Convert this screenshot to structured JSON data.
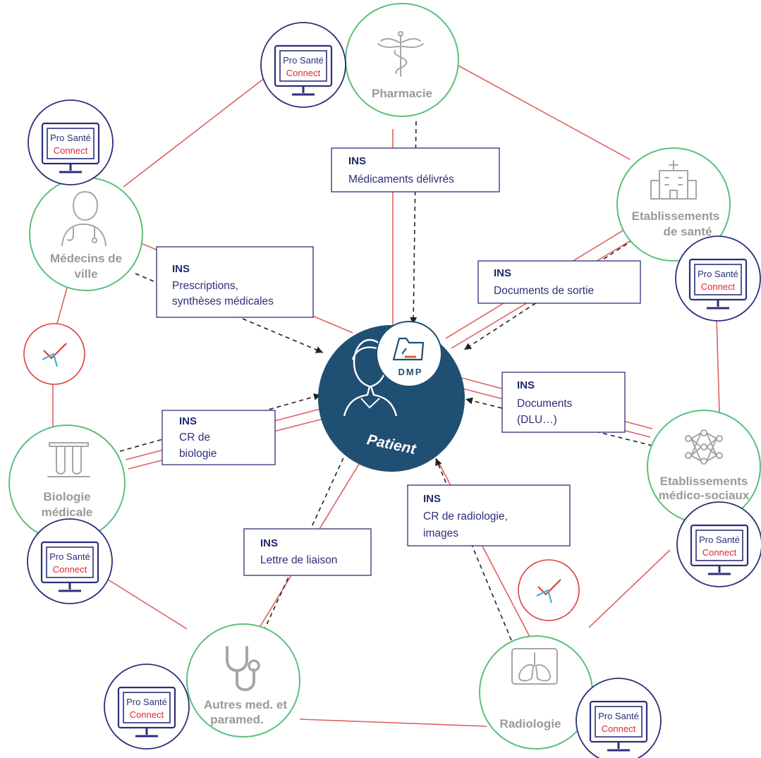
{
  "center": {
    "label": "Patient",
    "dmp_label": "DMP"
  },
  "nodes": {
    "pharmacie": {
      "lines": [
        "Pharmacie"
      ]
    },
    "etablissements_sante": {
      "lines": [
        "Etablissements",
        "de santé"
      ]
    },
    "etablissements_medico_sociaux": {
      "lines": [
        "Etablissements",
        "médico-sociaux"
      ]
    },
    "radiologie": {
      "lines": [
        "Radiologie"
      ]
    },
    "autres_med": {
      "lines": [
        "Autres med. et",
        "paramed."
      ]
    },
    "biologie": {
      "lines": [
        "Biologie",
        "médicale"
      ]
    },
    "medecins": {
      "lines": [
        "Médecins de",
        "ville"
      ]
    }
  },
  "psc": {
    "line1": "Pro Santé",
    "line2": "Connect"
  },
  "boxes": {
    "pharmacie": {
      "title": "INS",
      "lines": [
        "Médicaments délivrés"
      ]
    },
    "sortie": {
      "title": "INS",
      "lines": [
        "Documents de sortie"
      ]
    },
    "medecins": {
      "title": "INS",
      "lines": [
        "Prescriptions,",
        "synthèses médicales"
      ]
    },
    "dlu": {
      "title": "INS",
      "lines": [
        "Documents",
        "(DLU…)"
      ]
    },
    "biologie": {
      "title": "INS",
      "lines": [
        "CR de",
        "biologie"
      ]
    },
    "radiologie": {
      "title": "INS",
      "lines": [
        "CR de radiologie,",
        "images"
      ]
    },
    "liaison": {
      "title": "INS",
      "lines": [
        "Lettre de liaison"
      ]
    }
  },
  "colors": {
    "patient_fill": "#1f4f73",
    "node_border": "#5cbf7a",
    "ring_line": "#e06060",
    "psc_navy": "#2c2f7a",
    "psc_red": "#e3262f",
    "label_gray": "#9a9a9a"
  },
  "icons": {
    "pharmacie": "caduceus-icon",
    "etablissements_sante": "hospital-icon",
    "etablissements_medico_sociaux": "network-icon",
    "radiologie": "lungs-icon",
    "autres_med": "stethoscope-icon",
    "biologie": "test-tubes-icon",
    "medecins": "doctor-icon",
    "messagerie": "mailbox-icon"
  }
}
